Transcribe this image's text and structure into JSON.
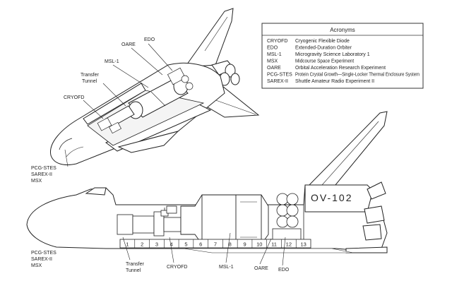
{
  "acronyms": {
    "title": "Acronyms",
    "rows": [
      {
        "abbr": "CRYOFD",
        "full": "Cryogenic Flexible Diode"
      },
      {
        "abbr": "EDO",
        "full": "Extended-Duration Orbiter"
      },
      {
        "abbr": "MSL-1",
        "full": "Microgravity Science Laboratory 1"
      },
      {
        "abbr": "MSX",
        "full": "Midcourse Space Experiment"
      },
      {
        "abbr": "OARE",
        "full": "Orbital Acceleration Research Experiment"
      },
      {
        "abbr": "PCG-STES",
        "full": "Protein Crystal Growth—Single-Locker Thermal Enclosure System"
      },
      {
        "abbr": "SAREX-II",
        "full": "Shuttle Amateur Radio Experiment II"
      }
    ]
  },
  "top_view": {
    "labels": {
      "edo": "EDO",
      "oare": "OARE",
      "msl1": "MSL-1",
      "transfer1": "Transfer",
      "transfer2": "Tunnel",
      "cryofd": "CRYOFD",
      "nose1": "PCG-STES",
      "nose2": "SAREX-II",
      "nose3": "MSX"
    }
  },
  "side_view": {
    "orbiter_id": "OV-102",
    "bays": [
      "1",
      "2",
      "3",
      "4",
      "5",
      "6",
      "7",
      "8",
      "9",
      "10",
      "11",
      "12",
      "13"
    ],
    "labels": {
      "nose1": "PCG-STES",
      "nose2": "SAREX-II",
      "nose3": "MSX",
      "transfer1": "Transfer",
      "transfer2": "Tunnel",
      "cryofd": "CRYOFD",
      "msl1": "MSL-1",
      "oare": "OARE",
      "edo": "EDO"
    }
  }
}
